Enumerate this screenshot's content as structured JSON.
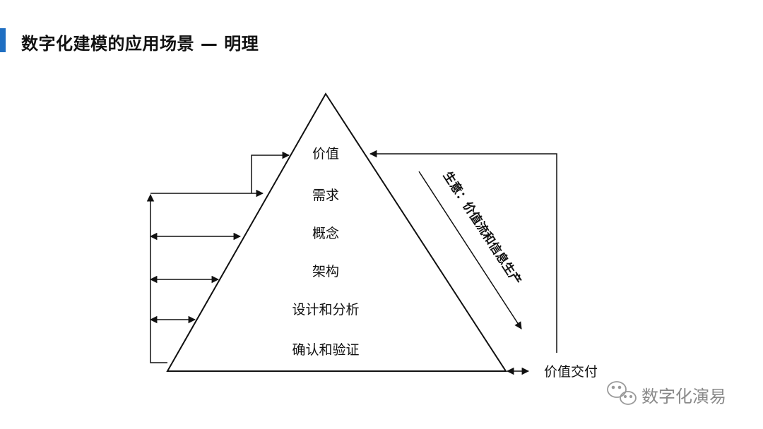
{
  "header": {
    "title": "数字化建模的应用场景 — 明理",
    "accent_color": "#1f6fc2"
  },
  "pyramid": {
    "levels": [
      "价值",
      "需求",
      "概念",
      "架构",
      "设计和分析",
      "确认和验证"
    ]
  },
  "side_label": "生意：价值流和信息生产",
  "delivery_label": "价值交付",
  "watermark": {
    "text": "数字化演易",
    "icon": "wechat-icon"
  }
}
